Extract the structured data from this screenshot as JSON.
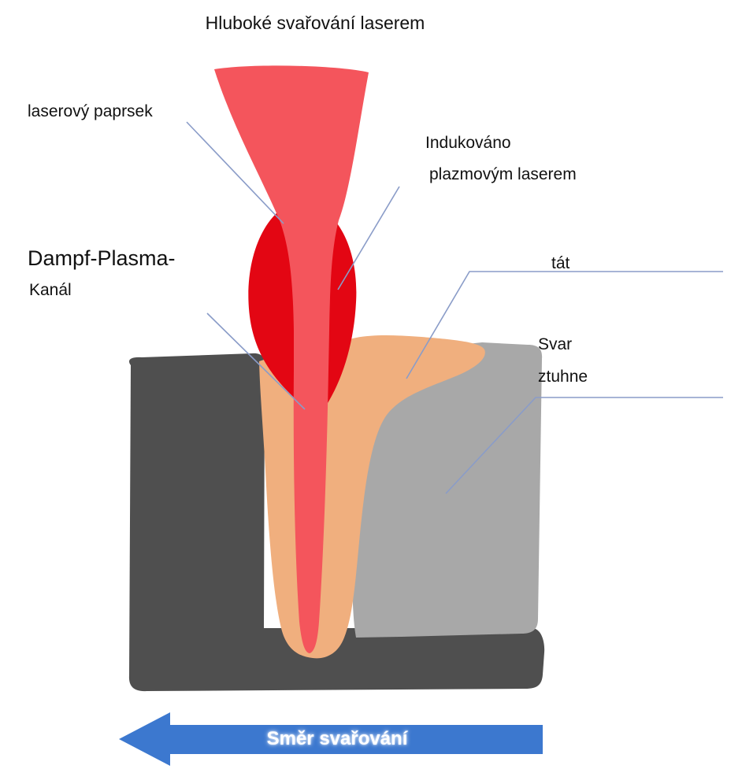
{
  "title": "Hluboké svařování laserem",
  "labels": {
    "laser_beam": "laserový paprsek",
    "induced": {
      "line1": "Indukováno",
      "line2": "plazmovým laserem"
    },
    "plasma_channel": {
      "line1": "Dampf-Plasma-",
      "line2": "Kanál"
    },
    "melt": "tát",
    "weld": {
      "line1": "Svar",
      "line2": "ztuhne"
    },
    "direction": "Směr svařování"
  },
  "colors": {
    "beam": "#f4555c",
    "plasma": "#e30613",
    "base_dark": "#4f4f4f",
    "solidified": "#a8a8a8",
    "melt": "#f0af7e",
    "arrow": "#3c78cf",
    "leader": "#8a9cc8"
  }
}
